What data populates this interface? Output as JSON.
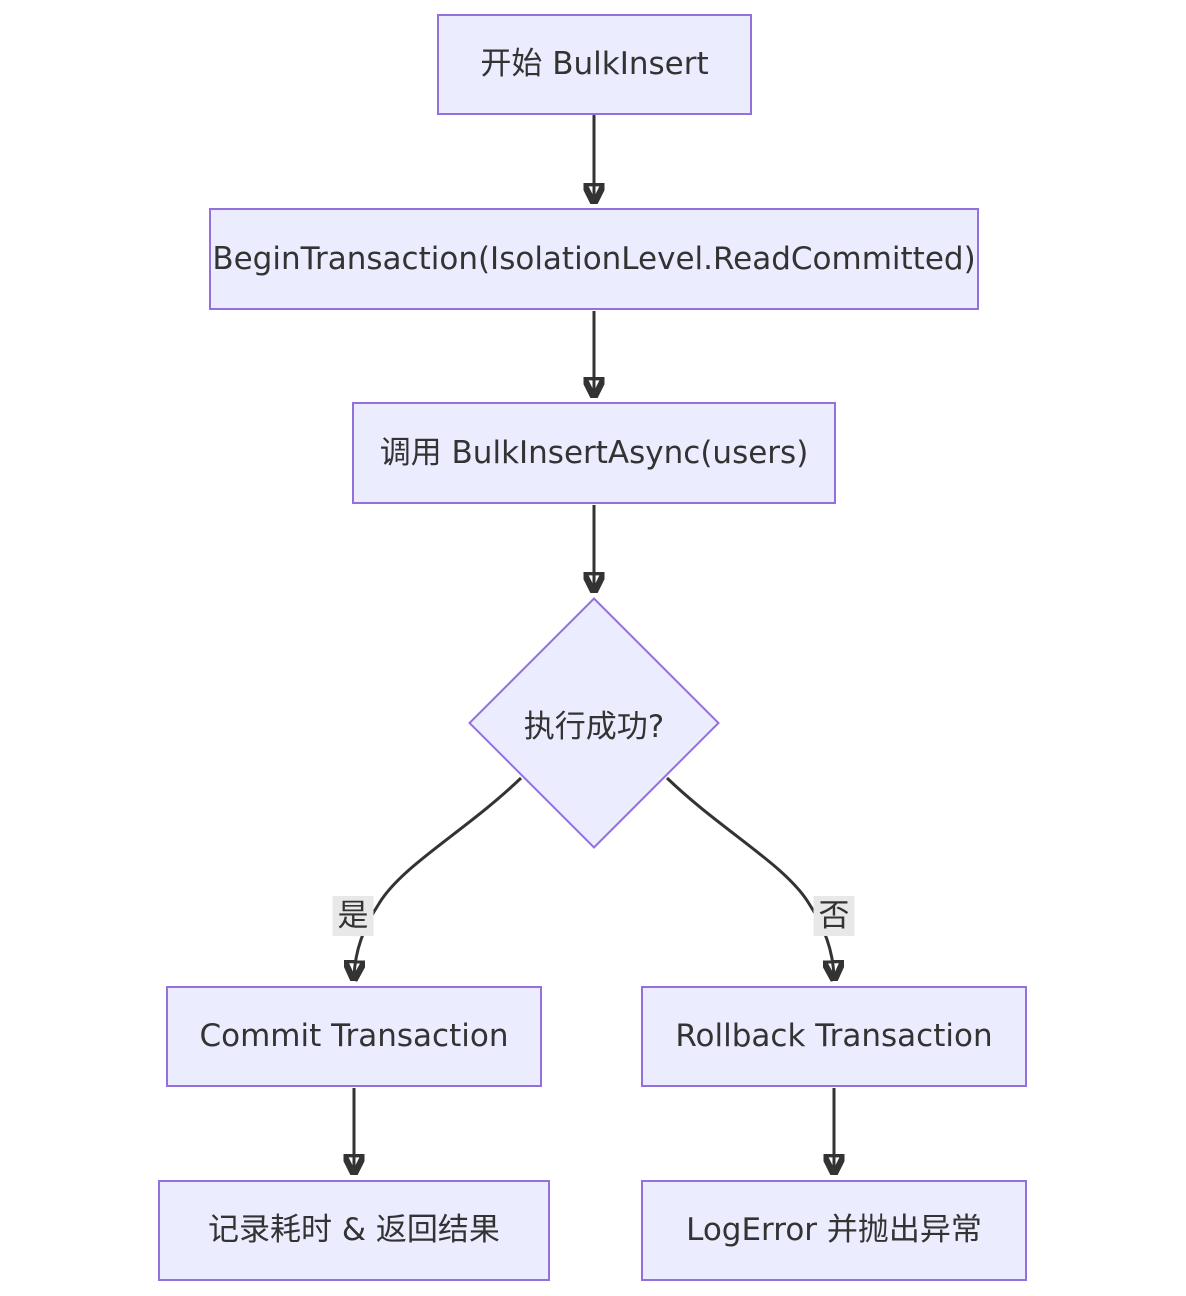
{
  "diagram": {
    "type": "flowchart",
    "direction": "top-down",
    "background": "#ffffff",
    "colors": {
      "node_fill": "#ECECFF",
      "node_border": "#9370DB",
      "edge_stroke": "#333333",
      "text_color": "#333333",
      "edge_label_bg": "#e8e8e8"
    },
    "nodes": {
      "start": {
        "shape": "rect",
        "label": "开始 BulkInsert"
      },
      "begin_tx": {
        "shape": "rect",
        "label": "BeginTransaction(IsolationLevel.ReadCommitted)"
      },
      "call_bulk": {
        "shape": "rect",
        "label": "调用 BulkInsertAsync(users)"
      },
      "success": {
        "shape": "diamond",
        "label": "执行成功?"
      },
      "commit": {
        "shape": "rect",
        "label": "Commit Transaction"
      },
      "rollback": {
        "shape": "rect",
        "label": "Rollback Transaction"
      },
      "log_time": {
        "shape": "rect",
        "label": "记录耗时 & 返回结果"
      },
      "log_error": {
        "shape": "rect",
        "label": "LogError 并抛出异常"
      }
    },
    "edge_labels": {
      "yes": "是",
      "no": "否"
    },
    "edges": [
      {
        "from": "start",
        "to": "begin_tx",
        "label": ""
      },
      {
        "from": "begin_tx",
        "to": "call_bulk",
        "label": ""
      },
      {
        "from": "call_bulk",
        "to": "success",
        "label": ""
      },
      {
        "from": "success",
        "to": "commit",
        "label": "是"
      },
      {
        "from": "success",
        "to": "rollback",
        "label": "否"
      },
      {
        "from": "commit",
        "to": "log_time",
        "label": ""
      },
      {
        "from": "rollback",
        "to": "log_error",
        "label": ""
      }
    ]
  }
}
